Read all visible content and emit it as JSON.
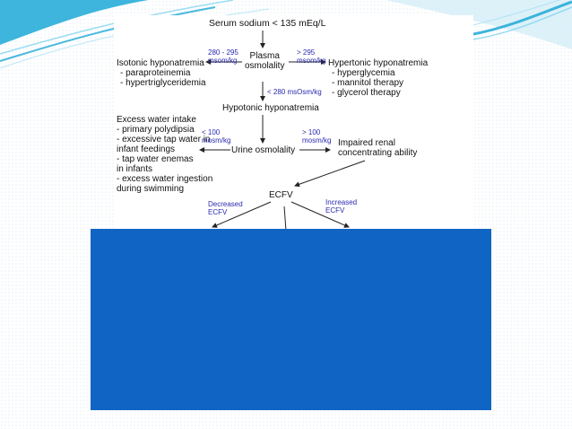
{
  "theme": {
    "box_color": "#0f64c4",
    "swoosh_color": "#1ca8d6",
    "arrow_color": "#222222",
    "threshold_color": "#2a2ab0"
  },
  "diagram": {
    "root": "Serum sodium < 135 mEq/L",
    "plasma": [
      "Plasma",
      "osmolality"
    ],
    "left_threshold": [
      "280 - 295",
      "msom/kg"
    ],
    "right_threshold": [
      "> 295",
      "msom/kg"
    ],
    "isotonic": {
      "title": "Isotonic hyponatremia",
      "items": [
        "- paraproteinemia",
        "- hypertriglyceridemia"
      ]
    },
    "hypertonic": {
      "title": "Hypertonic hyponatremia",
      "items": [
        "- hyperglycemia",
        "- mannitol therapy",
        "- glycerol therapy"
      ]
    },
    "down_threshold": "< 280 msOsm/kg",
    "hypotonic": "Hypotonic hyponatremia",
    "excess": {
      "title": "Excess water intake",
      "items": [
        "- primary polydipsia",
        "- excessive tap water in",
        "infant feedings",
        "- tap water enemas",
        "in infants",
        "- excess water ingestion",
        "during swimming"
      ]
    },
    "urine_left_threshold": [
      "< 100",
      "mosm/kg"
    ],
    "urine_right_threshold": [
      "> 100",
      "mosm/kg"
    ],
    "urine": "Urine osmolality",
    "impaired": [
      "Impaired renal",
      "concentrating ability"
    ],
    "ecfv": "ECFV",
    "decreased": [
      "Decreased",
      "ECFV"
    ],
    "increased": [
      "Increased",
      "ECFV"
    ]
  }
}
